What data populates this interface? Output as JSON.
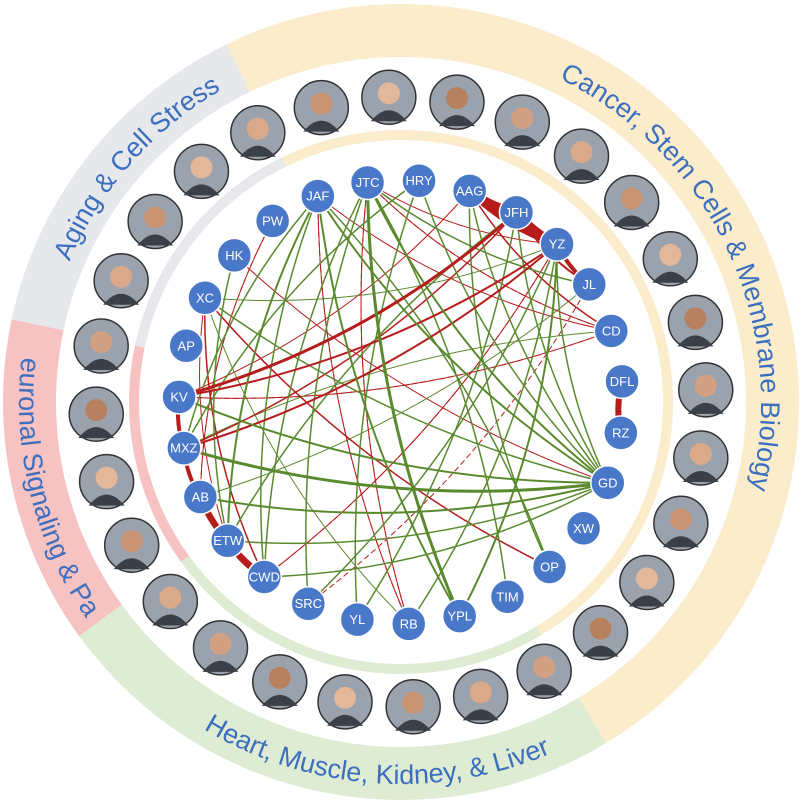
{
  "colors": {
    "node_fill": "#4a78c8",
    "node_stroke": "#ffffff",
    "label_color": "#3d6fbf",
    "link_red": "#b71c1c",
    "link_green": "#5a8a2e"
  },
  "sectors": [
    {
      "id": "cancer",
      "label": "Cancer, Stem Cells & Membrane Biology",
      "color": "#fbeccc"
    },
    {
      "id": "heart",
      "label": "Heart, Muscle, Kidney, & Liver",
      "color": "#deecd3"
    },
    {
      "id": "neuro",
      "label": "Neuronal Signaling & Pain",
      "color": "#f6c2c2"
    },
    {
      "id": "aging",
      "label": "Aging & Cell Stress",
      "color": "#e7e8ec"
    }
  ],
  "nodes": [
    "JAF",
    "JTC",
    "HRY",
    "AAG",
    "JFH",
    "YZ",
    "JL",
    "CD",
    "DFL",
    "RZ",
    "GD",
    "XW",
    "OP",
    "TIM",
    "YPL",
    "RB",
    "YL",
    "SRC",
    "CWD",
    "ETW",
    "AB",
    "MXZ",
    "KV",
    "AP",
    "XC",
    "HK",
    "PW"
  ],
  "links": [
    {
      "source": "AAG",
      "target": "JFH",
      "type": "red",
      "weight": 9
    },
    {
      "source": "JFH",
      "target": "YZ",
      "type": "red",
      "weight": 9
    },
    {
      "source": "AAG",
      "target": "YZ",
      "type": "red",
      "weight": 6
    },
    {
      "source": "YZ",
      "target": "JL",
      "type": "red",
      "weight": 4
    },
    {
      "source": "JFH",
      "target": "JL",
      "type": "red",
      "weight": 2
    },
    {
      "source": "DFL",
      "target": "RZ",
      "type": "red",
      "weight": 6
    },
    {
      "source": "KV",
      "target": "MXZ",
      "type": "red",
      "weight": 4
    },
    {
      "source": "MXZ",
      "target": "AB",
      "type": "red",
      "weight": 4
    },
    {
      "source": "AB",
      "target": "ETW",
      "type": "red",
      "weight": 5
    },
    {
      "source": "ETW",
      "target": "CWD",
      "type": "red",
      "weight": 6
    },
    {
      "source": "AB",
      "target": "CWD",
      "type": "red",
      "weight": 5
    },
    {
      "source": "KV",
      "target": "JFH",
      "type": "red",
      "weight": 3
    },
    {
      "source": "KV",
      "target": "YZ",
      "type": "red",
      "weight": 2
    },
    {
      "source": "MXZ",
      "target": "YZ",
      "type": "red",
      "weight": 2
    },
    {
      "source": "MXZ",
      "target": "JFH",
      "type": "red",
      "weight": 1.5
    },
    {
      "source": "KV",
      "target": "AAG",
      "type": "red",
      "weight": 1
    },
    {
      "source": "XC",
      "target": "OP",
      "type": "red",
      "weight": 1.5
    },
    {
      "source": "XC",
      "target": "CWD",
      "type": "red",
      "weight": 1.5
    },
    {
      "source": "XC",
      "target": "ETW",
      "type": "red",
      "weight": 1
    },
    {
      "source": "HK",
      "target": "GD",
      "type": "red",
      "weight": 1
    },
    {
      "source": "JTC",
      "target": "CD",
      "type": "red",
      "weight": 1
    },
    {
      "source": "AAG",
      "target": "CD",
      "type": "red",
      "weight": 1.5
    },
    {
      "source": "JAF",
      "target": "CD",
      "type": "red",
      "weight": 1
    },
    {
      "source": "JAF",
      "target": "RB",
      "type": "red",
      "weight": 1
    },
    {
      "source": "JTC",
      "target": "RB",
      "type": "red",
      "weight": 1
    },
    {
      "source": "PW",
      "target": "AB",
      "type": "red",
      "weight": 1
    },
    {
      "source": "KV",
      "target": "CD",
      "type": "red",
      "weight": 1
    },
    {
      "source": "JTC",
      "target": "YZ",
      "type": "red",
      "weight": 1
    },
    {
      "source": "CWD",
      "target": "YZ",
      "type": "red",
      "weight": 1
    },
    {
      "source": "JAF",
      "target": "YPL",
      "type": "green",
      "weight": 2
    },
    {
      "source": "JTC",
      "target": "YPL",
      "type": "green",
      "weight": 3
    },
    {
      "source": "JTC",
      "target": "GD",
      "type": "green",
      "weight": 2
    },
    {
      "source": "JAF",
      "target": "GD",
      "type": "green",
      "weight": 2
    },
    {
      "source": "HRY",
      "target": "GD",
      "type": "green",
      "weight": 1.5
    },
    {
      "source": "AAG",
      "target": "GD",
      "type": "green",
      "weight": 1.5
    },
    {
      "source": "JFH",
      "target": "GD",
      "type": "green",
      "weight": 1.5
    },
    {
      "source": "YZ",
      "target": "GD",
      "type": "green",
      "weight": 1.5
    },
    {
      "source": "MXZ",
      "target": "GD",
      "type": "green",
      "weight": 3
    },
    {
      "source": "KV",
      "target": "GD",
      "type": "green",
      "weight": 2
    },
    {
      "source": "AB",
      "target": "GD",
      "type": "green",
      "weight": 2
    },
    {
      "source": "XC",
      "target": "GD",
      "type": "green",
      "weight": 1.5
    },
    {
      "source": "ETW",
      "target": "GD",
      "type": "green",
      "weight": 1.5
    },
    {
      "source": "CWD",
      "target": "GD",
      "type": "green",
      "weight": 1.5
    },
    {
      "source": "JAF",
      "target": "ETW",
      "type": "green",
      "weight": 2
    },
    {
      "source": "JAF",
      "target": "CWD",
      "type": "green",
      "weight": 1.5
    },
    {
      "source": "JTC",
      "target": "CWD",
      "type": "green",
      "weight": 1.5
    },
    {
      "source": "JAF",
      "target": "MXZ",
      "type": "green",
      "weight": 1.5
    },
    {
      "source": "HRY",
      "target": "MXZ",
      "type": "green",
      "weight": 1.5
    },
    {
      "source": "SRC",
      "target": "YZ",
      "type": "green",
      "weight": 1.5
    },
    {
      "source": "YL",
      "target": "JFH",
      "type": "green",
      "weight": 1.5
    },
    {
      "source": "RB",
      "target": "YZ",
      "type": "green",
      "weight": 1.5
    },
    {
      "source": "YPL",
      "target": "YZ",
      "type": "green",
      "weight": 2
    },
    {
      "source": "TIM",
      "target": "JTC",
      "type": "green",
      "weight": 1.5
    },
    {
      "source": "OP",
      "target": "JAF",
      "type": "green",
      "weight": 1.5
    },
    {
      "source": "MXZ",
      "target": "YZ",
      "type": "green",
      "weight": 1.5
    },
    {
      "source": "KV",
      "target": "YZ",
      "type": "green",
      "weight": 1
    },
    {
      "source": "XC",
      "target": "YZ",
      "type": "green",
      "weight": 1
    },
    {
      "source": "JFH",
      "target": "ETW",
      "type": "green",
      "weight": 1.5
    },
    {
      "source": "JTC",
      "target": "SRC",
      "type": "green",
      "weight": 1.5
    },
    {
      "source": "HRY",
      "target": "YL",
      "type": "green",
      "weight": 1.5
    },
    {
      "source": "AAG",
      "target": "OP",
      "type": "green",
      "weight": 1.5
    },
    {
      "source": "XC",
      "target": "RB",
      "type": "green",
      "weight": 1
    },
    {
      "source": "HK",
      "target": "ETW",
      "type": "green",
      "weight": 1.5
    },
    {
      "source": "CD",
      "target": "MXZ",
      "type": "green",
      "weight": 1
    },
    {
      "source": "AB",
      "target": "JL",
      "type": "green",
      "weight": 1
    },
    {
      "source": "JTC",
      "target": "JL",
      "type": "green",
      "weight": 1.5
    },
    {
      "source": "KV",
      "target": "CD",
      "type": "red-dashed",
      "weight": 1
    },
    {
      "source": "JAF",
      "target": "RB",
      "type": "red-dashed",
      "weight": 1
    },
    {
      "source": "JTC",
      "target": "CD",
      "type": "red-dashed",
      "weight": 1
    },
    {
      "source": "PW",
      "target": "AB",
      "type": "red-dashed",
      "weight": 1
    },
    {
      "source": "AAG",
      "target": "CD",
      "type": "red-dashed",
      "weight": 1
    },
    {
      "source": "CWD",
      "target": "YZ",
      "type": "red-dashed",
      "weight": 1
    },
    {
      "source": "JTC",
      "target": "RB",
      "type": "red-dashed",
      "weight": 1
    },
    {
      "source": "SRC",
      "target": "JL",
      "type": "red-dashed",
      "weight": 1
    }
  ],
  "portraits_count": 28
}
